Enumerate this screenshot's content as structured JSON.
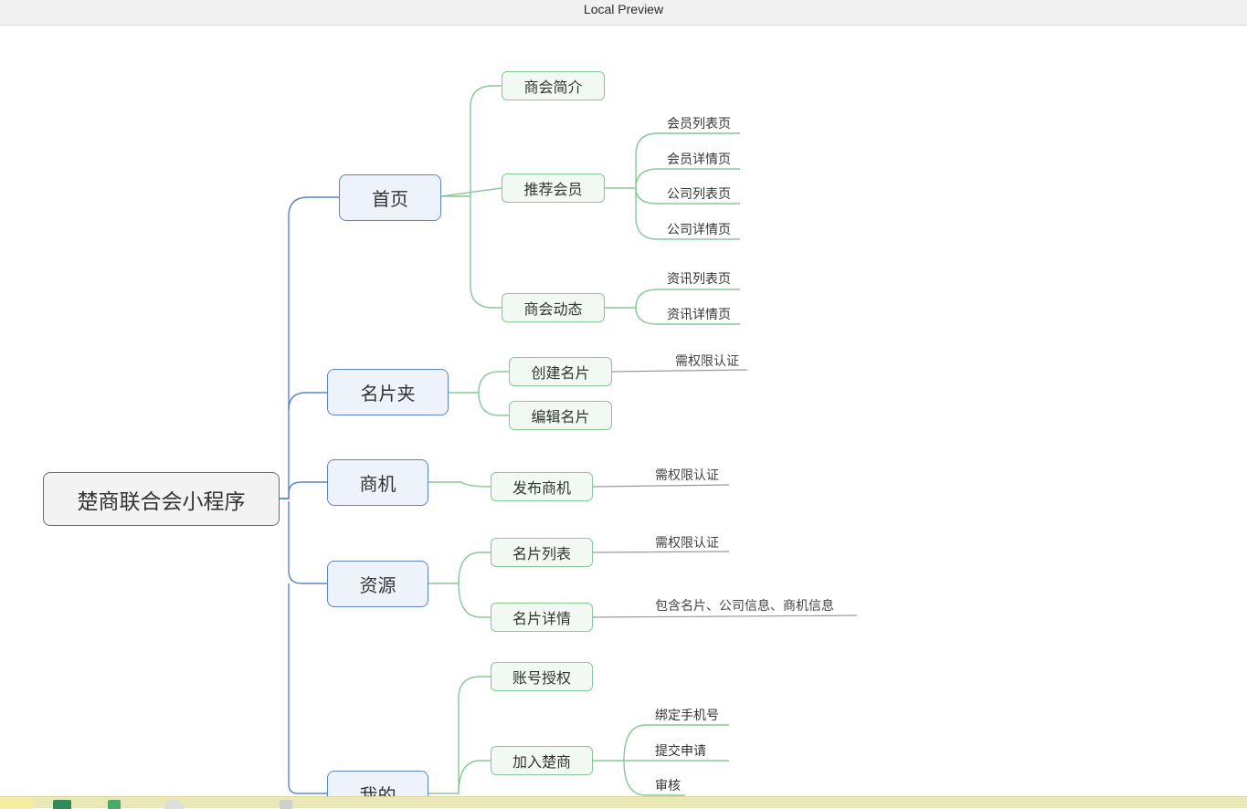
{
  "window": {
    "title": "Local Preview"
  },
  "mindmap": {
    "root": "楚商联合会小程序",
    "branches": [
      {
        "label": "首页",
        "children": [
          {
            "label": "商会简介",
            "leaves": []
          },
          {
            "label": "推荐会员",
            "leaves": [
              "会员列表页",
              "会员详情页",
              "公司列表页",
              "公司详情页"
            ]
          },
          {
            "label": "商会动态",
            "leaves": [
              "资讯列表页",
              "资讯详情页"
            ]
          }
        ]
      },
      {
        "label": "名片夹",
        "children": [
          {
            "label": "创建名片",
            "note": "需权限认证"
          },
          {
            "label": "编辑名片"
          }
        ]
      },
      {
        "label": "商机",
        "children": [
          {
            "label": "发布商机",
            "note": "需权限认证"
          }
        ]
      },
      {
        "label": "资源",
        "children": [
          {
            "label": "名片列表",
            "note": "需权限认证"
          },
          {
            "label": "名片详情",
            "note": "包含名片、公司信息、商机信息"
          }
        ]
      },
      {
        "label": "我的",
        "children": [
          {
            "label": "账号授权",
            "leaves": []
          },
          {
            "label": "加入楚商",
            "leaves": [
              "绑定手机号",
              "提交申请",
              "审核"
            ]
          }
        ]
      }
    ]
  },
  "colors": {
    "root_border": "#6b6b6b",
    "level1_link": "#5c86c3",
    "level2_link": "#87c995",
    "leaf_link": "#aaaaaa"
  }
}
